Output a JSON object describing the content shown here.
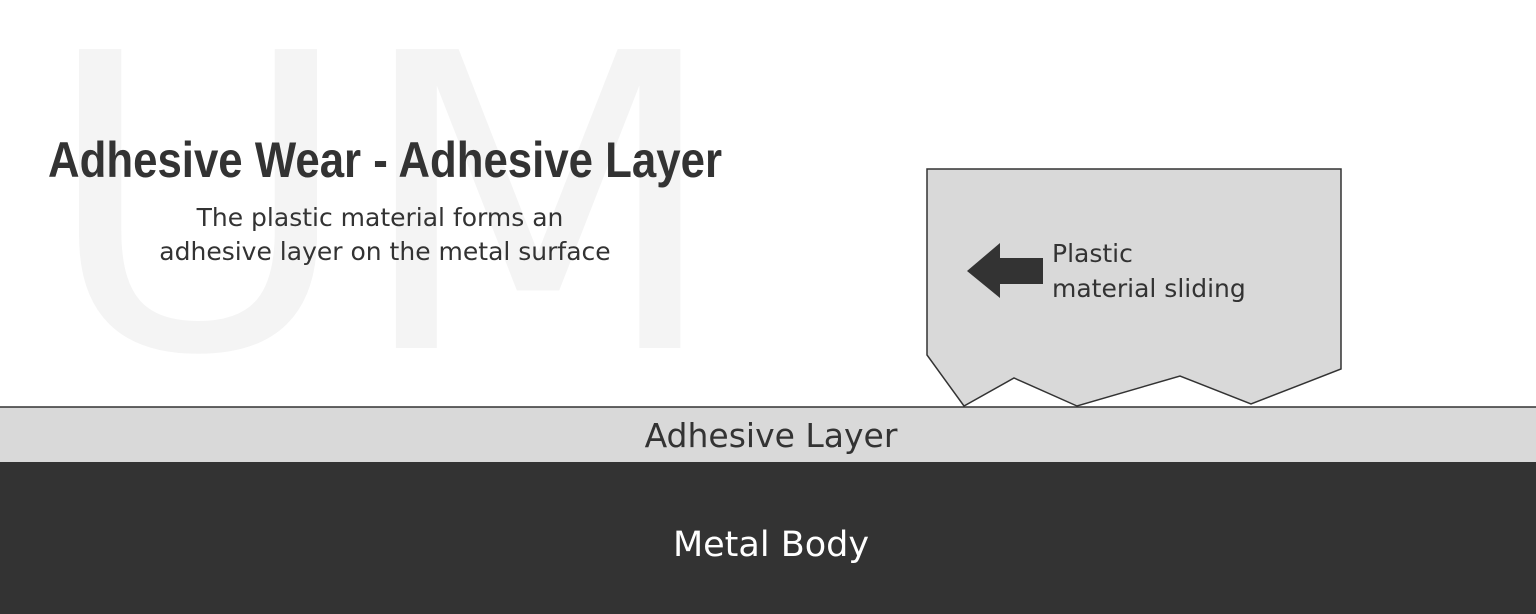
{
  "watermark": "UM",
  "title": "Adhesive Wear - Adhesive Layer",
  "subtitle_lines": [
    "The plastic material forms an",
    "adhesive layer on the metal surface"
  ],
  "plastic_label_lines": [
    "Plastic",
    "material sliding"
  ],
  "adhesive_layer_label": "Adhesive Layer",
  "metal_body_label": "Metal Body",
  "colors": {
    "background": "#ffffff",
    "watermark": "#f4f4f4",
    "text_dark": "#333333",
    "plastic_fill": "#d9d9d9",
    "adhesive_fill": "#d9d9d9",
    "metal_fill": "#333333",
    "metal_text": "#ffffff"
  },
  "icons": {
    "arrow": "left-arrow-icon"
  }
}
